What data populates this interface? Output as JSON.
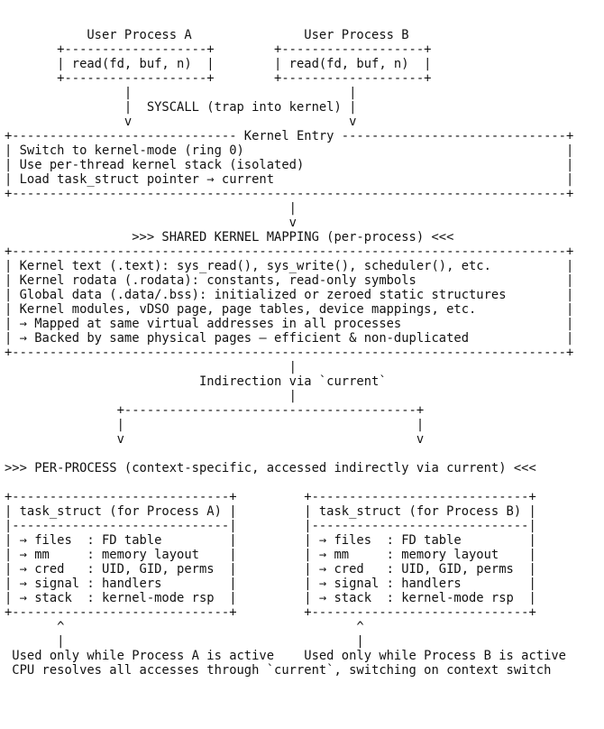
{
  "colors": {
    "background": "#ffffff",
    "text": "#111111"
  },
  "diagram": {
    "lines": [
      "           User Process A               User Process B",
      "       +-------------------+        +-------------------+",
      "       | read(fd, buf, n)  |        | read(fd, buf, n)  |",
      "       +-------------------+        +-------------------+",
      "                |                             |",
      "                |  SYSCALL (trap into kernel) |",
      "                v                             v",
      "+------------------------------ Kernel Entry ------------------------------+",
      "| Switch to kernel-mode (ring 0)                                           |",
      "| Use per-thread kernel stack (isolated)                                   |",
      "| Load task_struct pointer → current                                       |",
      "+--------------------------------------------------------------------------+",
      "                                      |",
      "                                      v",
      "                 >>> SHARED KERNEL MAPPING (per-process) <<<",
      "+--------------------------------------------------------------------------+",
      "| Kernel text (.text): sys_read(), sys_write(), scheduler(), etc.          |",
      "| Kernel rodata (.rodata): constants, read-only symbols                    |",
      "| Global data (.data/.bss): initialized or zeroed static structures        |",
      "| Kernel modules, vDSO page, page tables, device mappings, etc.            |",
      "| → Mapped at same virtual addresses in all processes                      |",
      "| → Backed by same physical pages — efficient & non-duplicated             |",
      "+--------------------------------------------------------------------------+",
      "                                      |",
      "                          Indirection via `current`",
      "                                      |",
      "               +---------------------------------------+",
      "               |                                       |",
      "               v                                       v",
      "",
      ">>> PER-PROCESS (context-specific, accessed indirectly via current) <<<",
      "",
      "+-----------------------------+         +-----------------------------+",
      "| task_struct (for Process A) |         | task_struct (for Process B) |",
      "|-----------------------------|         |-----------------------------|",
      "| → files  : FD table         |         | → files  : FD table         |",
      "| → mm     : memory layout    |         | → mm     : memory layout    |",
      "| → cred   : UID, GID, perms  |         | → cred   : UID, GID, perms  |",
      "| → signal : handlers         |         | → signal : handlers         |",
      "| → stack  : kernel-mode rsp  |         | → stack  : kernel-mode rsp  |",
      "+-----------------------------+         +-----------------------------+",
      "       ^                                       ^",
      "       |                                       |",
      " Used only while Process A is active    Used only while Process B is active",
      " CPU resolves all accesses through `current`, switching on context switch"
    ]
  }
}
